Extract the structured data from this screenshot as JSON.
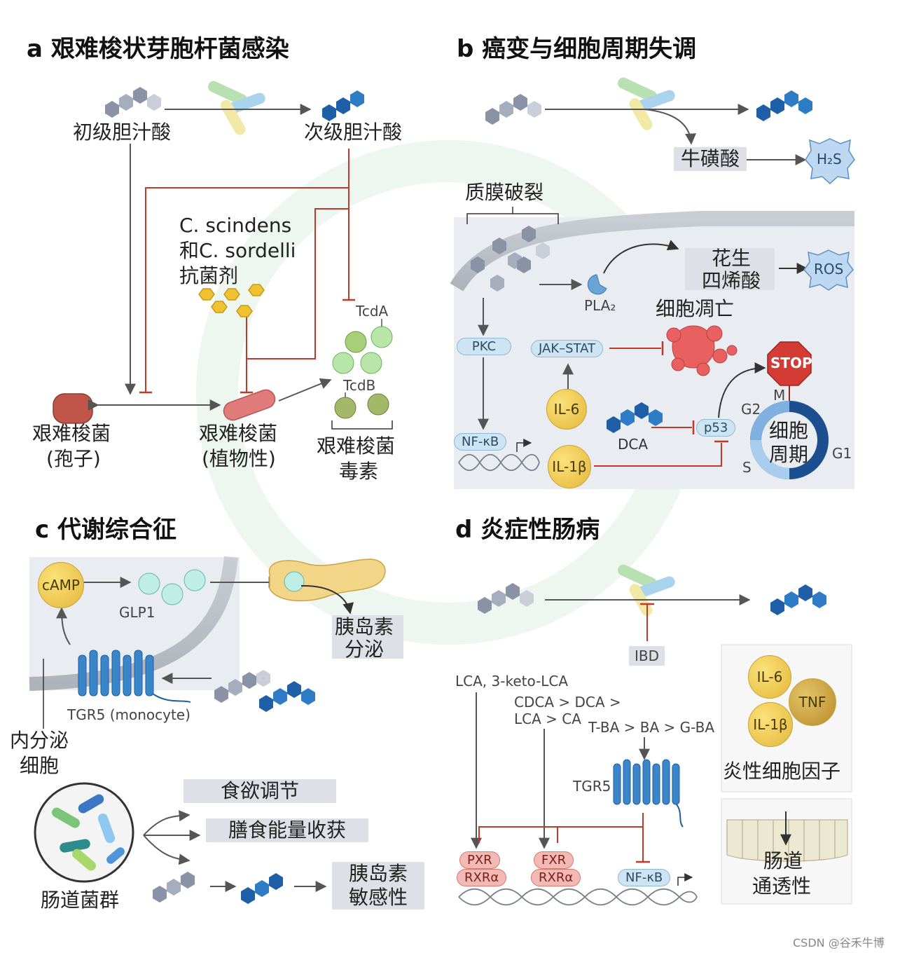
{
  "panels": {
    "a": {
      "title": "a 艰难梭状芽胞杆菌感染",
      "primary_bile_acid": "初级胆汁酸",
      "secondary_bile_acid": "次级胆汁酸",
      "antibiotic_line1": "C. scindens",
      "antibiotic_line2": "和C. sordelli",
      "antibiotic_line3": "抗菌剂",
      "spore_line1": "艰难梭菌",
      "spore_line2": "(孢子)",
      "vegetative_line1": "艰难梭菌",
      "vegetative_line2": "(植物性)",
      "toxin_a": "TcdA",
      "toxin_b": "TcdB",
      "toxin_line1": "艰难梭菌",
      "toxin_line2": "毒素"
    },
    "b": {
      "title": "b 癌变与细胞周期失调",
      "taurine": "牛磺酸",
      "h2s": "H₂S",
      "membrane_rupture": "质膜破裂",
      "pla2": "PLA₂",
      "arachidonic_line1": "花生",
      "arachidonic_line2": "四烯酸",
      "ros": "ROS",
      "apoptosis": "细胞凋亡",
      "pkc": "PKC",
      "jak_stat": "JAK–STAT",
      "nfkb": "NF-κB",
      "il6": "IL-6",
      "il1b": "IL-1β",
      "dca": "DCA",
      "p53": "p53",
      "stop": "STOP",
      "cycle_line1": "细胞",
      "cycle_line2": "周期",
      "phase_m": "M",
      "phase_g2": "G2",
      "phase_g1": "G1",
      "phase_s": "S"
    },
    "c": {
      "title": "c 代谢综合征",
      "camp": "cAMP",
      "glp1": "GLP1",
      "insulin_secretion_line1": "胰岛素",
      "insulin_secretion_line2": "分泌",
      "tgr5": "TGR5 (monocyte)",
      "endocrine_line1": "内分泌",
      "endocrine_line2": "细胞",
      "appetite": "食欲调节",
      "energy_harvest": "膳食能量收获",
      "sensitivity_line1": "胰岛素",
      "sensitivity_line2": "敏感性",
      "gut_flora": "肠道菌群"
    },
    "d": {
      "title": "d 炎症性肠病",
      "ibd": "IBD",
      "lca": "LCA, 3-keto-LCA",
      "cdca_line1": "CDCA > DCA >",
      "cdca_line2": "LCA > CA",
      "tba": "T-BA > BA > G-BA",
      "tgr5": "TGR5",
      "pxr": "PXR",
      "rxra1": "RXRα",
      "fxr": "FXR",
      "rxra2": "RXRα",
      "nfkb": "NF-κB",
      "il6": "IL-6",
      "tnf": "TNF",
      "il1b": "IL-1β",
      "cytokines": "炎性细胞因子",
      "permeability_line1": "肠道",
      "permeability_line2": "通透性"
    }
  },
  "credit": "CSDN @谷禾牛博",
  "colors": {
    "inhibit_red": "#c0392b",
    "arrow_gray": "#555555",
    "bile_dark_blue": "#1f5fa8",
    "bile_gray": "#8a93a6",
    "cell_bg": "#e9ecf1",
    "pill_blue": "#cde4f2"
  }
}
